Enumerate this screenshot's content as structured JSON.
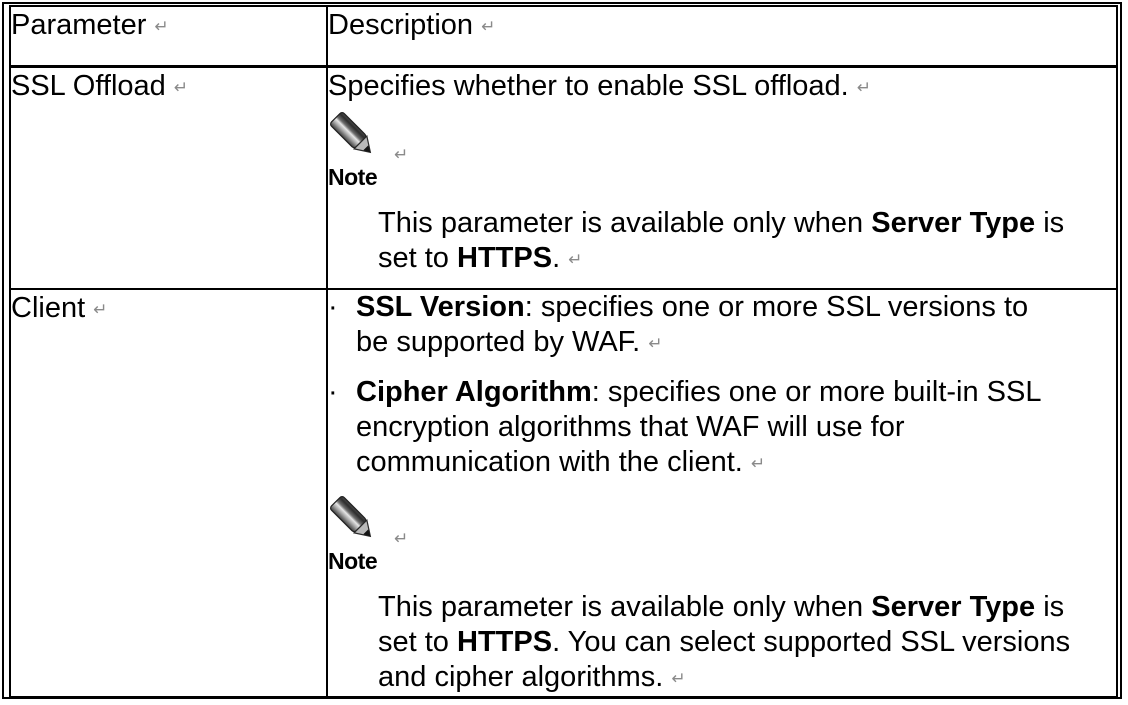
{
  "marks": {
    "paragraph": "↵",
    "bullet": "·"
  },
  "icons": {
    "note_icon": "pencil-note-icon"
  },
  "note_label": "Note",
  "table": {
    "header": {
      "parameter": "Parameter",
      "description": "Description"
    },
    "row1": {
      "parameter": "SSL Offload",
      "intro": "Specifies whether to enable SSL offload.",
      "note": {
        "line1": {
          "pre": "This parameter is available only when ",
          "bold": "Server Type",
          "post": " is"
        },
        "line2": {
          "pre": "set to ",
          "bold": "HTTPS",
          "post": "."
        }
      }
    },
    "row2": {
      "parameter": "Client",
      "bullet1": {
        "line1": {
          "bold": "SSL Version",
          "post": ": specifies one or more SSL versions to"
        },
        "line2": {
          "pre": "be supported by WAF."
        }
      },
      "bullet2": {
        "line1": {
          "bold": "Cipher Algorithm",
          "post": ": specifies one or more built-in SSL"
        },
        "line2": {
          "pre": "encryption algorithms that WAF will use for"
        },
        "line3": {
          "pre": "communication with the client."
        }
      },
      "note": {
        "line1": {
          "pre": "This parameter is available only when ",
          "bold": "Server Type",
          "post": " is"
        },
        "line2": {
          "pre": "set to ",
          "bold": "HTTPS",
          "post": ". You can select supported SSL versions"
        },
        "line3": {
          "pre": "and cipher algorithms."
        }
      }
    }
  }
}
